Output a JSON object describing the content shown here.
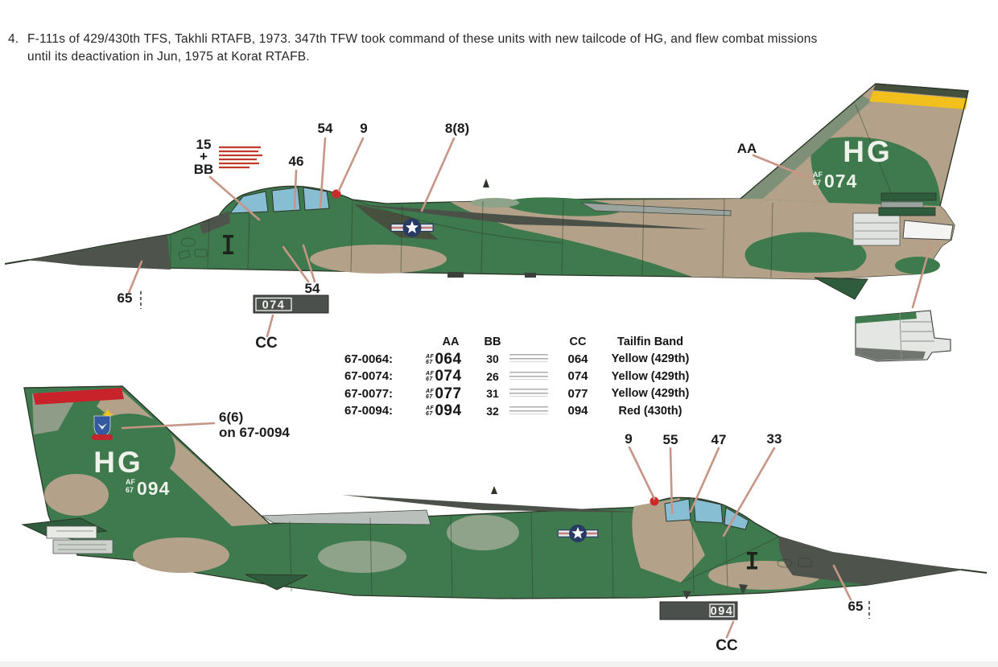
{
  "caption": {
    "index": "4.",
    "line1": "F-111s of 429/430th TFS, Takhli RTAFB, 1973. 347th TFW took command of these units with new tailcode of HG, and flew combat missions",
    "line2": "until its deactivation in Jun, 1975 at Korat RTAFB."
  },
  "table": {
    "headers": [
      "AA",
      "BB",
      "CC",
      "Tailfin Band"
    ],
    "rows": [
      {
        "serial": "67-0064:",
        "prefix_top": "AF",
        "prefix_bottom": "67",
        "aa": "064",
        "bb": "30",
        "cc": "064",
        "band": "Yellow (429th)"
      },
      {
        "serial": "67-0074:",
        "prefix_top": "AF",
        "prefix_bottom": "67",
        "aa": "074",
        "bb": "26",
        "cc": "074",
        "band": "Yellow (429th)"
      },
      {
        "serial": "67-0077:",
        "prefix_top": "AF",
        "prefix_bottom": "67",
        "aa": "077",
        "bb": "31",
        "cc": "077",
        "band": "Yellow (429th)"
      },
      {
        "serial": "67-0094:",
        "prefix_top": "AF",
        "prefix_bottom": "67",
        "aa": "094",
        "bb": "32",
        "cc": "094",
        "band": "Red (430th)"
      }
    ]
  },
  "top_profile": {
    "tailcode": "HG",
    "serial_prefix_top": "AF",
    "serial_prefix_bottom": "67",
    "serial": "074",
    "gear_door_number": "074",
    "gear_door_label": "CC",
    "callouts": {
      "stack_15": "15",
      "stack_plus": "+",
      "stack_bb": "BB",
      "c46": "46",
      "c54_upper": "54",
      "c9": "9",
      "c8": "8(8)",
      "aa": "AA",
      "c65": "65",
      "c54_lower": "54"
    }
  },
  "bottom_profile": {
    "tailcode": "HG",
    "serial_prefix_top": "AF",
    "serial_prefix_bottom": "67",
    "serial": "094",
    "gear_door_number": "094",
    "gear_door_label": "CC",
    "callouts": {
      "badge_line1": "6(6)",
      "badge_line2": "on 67-0094",
      "c9": "9",
      "c55": "55",
      "c47": "47",
      "c33": "33",
      "c65": "65"
    }
  },
  "colors": {
    "camo_green": "#3e7a4d",
    "camo_green_dark": "#2e5c3c",
    "camo_tan": "#b3a289",
    "camo_sage": "#8fa38a",
    "camo_dark_grey": "#4e534b",
    "wing_grey": "#9aa39e",
    "canopy_blue": "#87bed4",
    "tailband_yellow": "#f2c01c",
    "tailband_red": "#c8232b",
    "leader_line": "#c79586",
    "gear_door_bar": "#4c504c",
    "insignia_blue": "#273a63"
  }
}
